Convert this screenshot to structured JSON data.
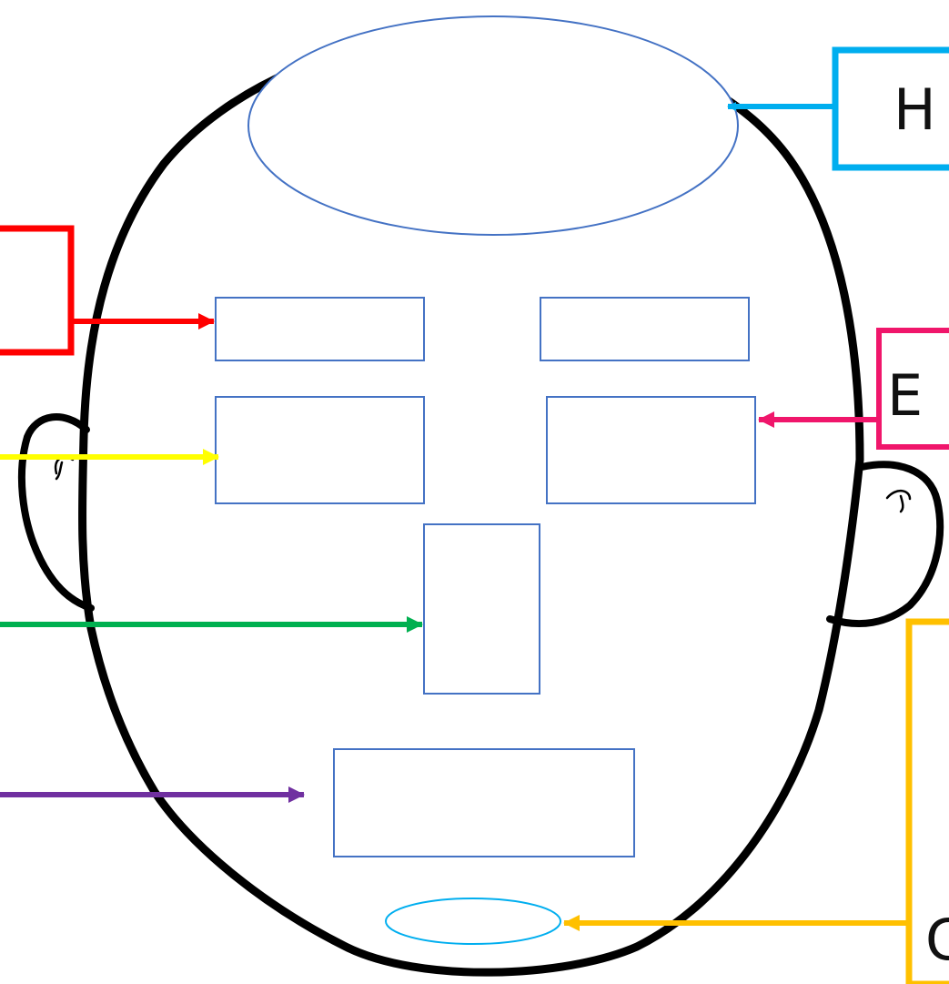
{
  "labels": {
    "hair": "H",
    "ears": "E",
    "chin": "C"
  },
  "colors": {
    "hair_arrow": "#00aeef",
    "eyebrows_arrow": "#ff0000",
    "eyes_arrow": "#ffff00",
    "ears_arrow": "#f0166b",
    "nose_arrow": "#00b050",
    "mouth_arrow": "#7030a0",
    "chin_arrow": "#ffc000",
    "answer_box": "#4472c4",
    "outline": "#000000"
  },
  "icons": {
    "head": "head-outline-icon"
  }
}
